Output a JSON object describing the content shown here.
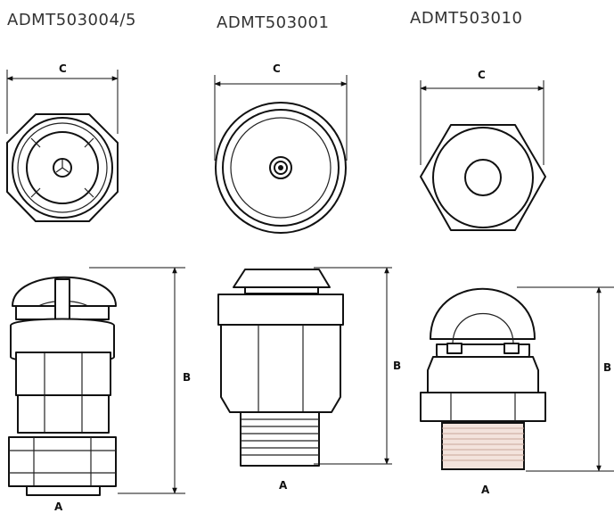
{
  "products": [
    {
      "code": "ADMT503004/5"
    },
    {
      "code": "ADMT503001"
    },
    {
      "code": "ADMT503010"
    }
  ],
  "dimensions": {
    "a": "A",
    "b": "B",
    "c": "C"
  }
}
